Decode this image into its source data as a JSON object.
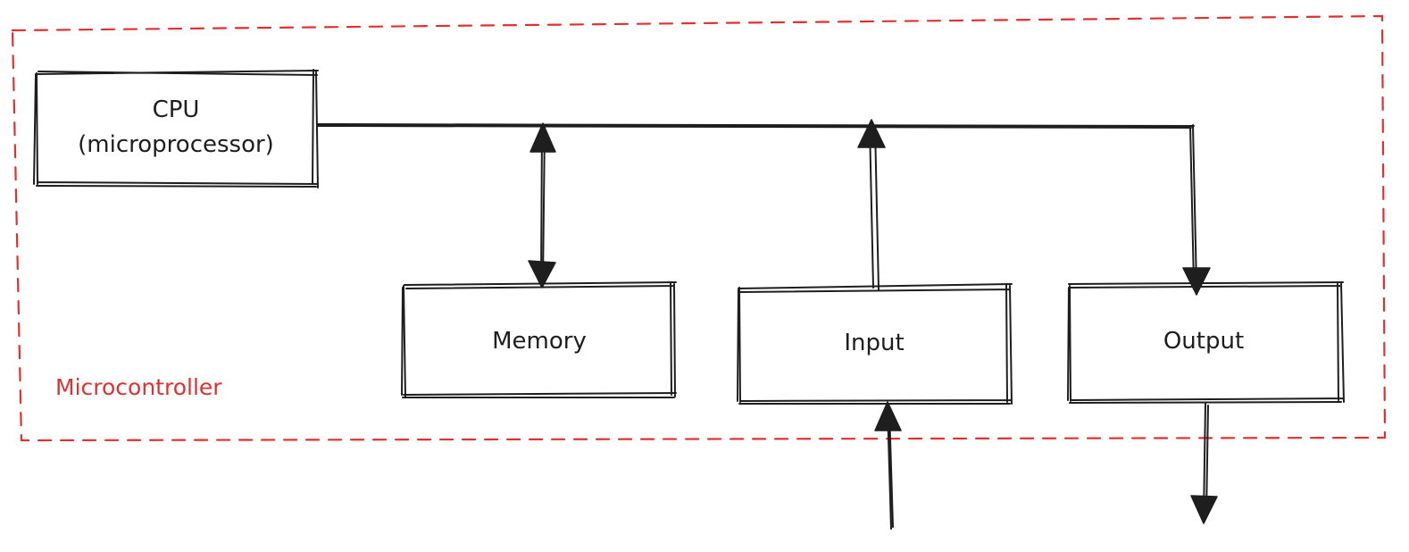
{
  "colors": {
    "stroke": "#1e1e1e",
    "boundary": "#e03131",
    "background": "#ffffff"
  },
  "container": {
    "label": "Microcontroller"
  },
  "blocks": {
    "cpu": {
      "line1": "CPU",
      "line2": "(microprocessor)"
    },
    "memory": {
      "label": "Memory"
    },
    "input": {
      "label": "Input"
    },
    "output": {
      "label": "Output"
    }
  }
}
